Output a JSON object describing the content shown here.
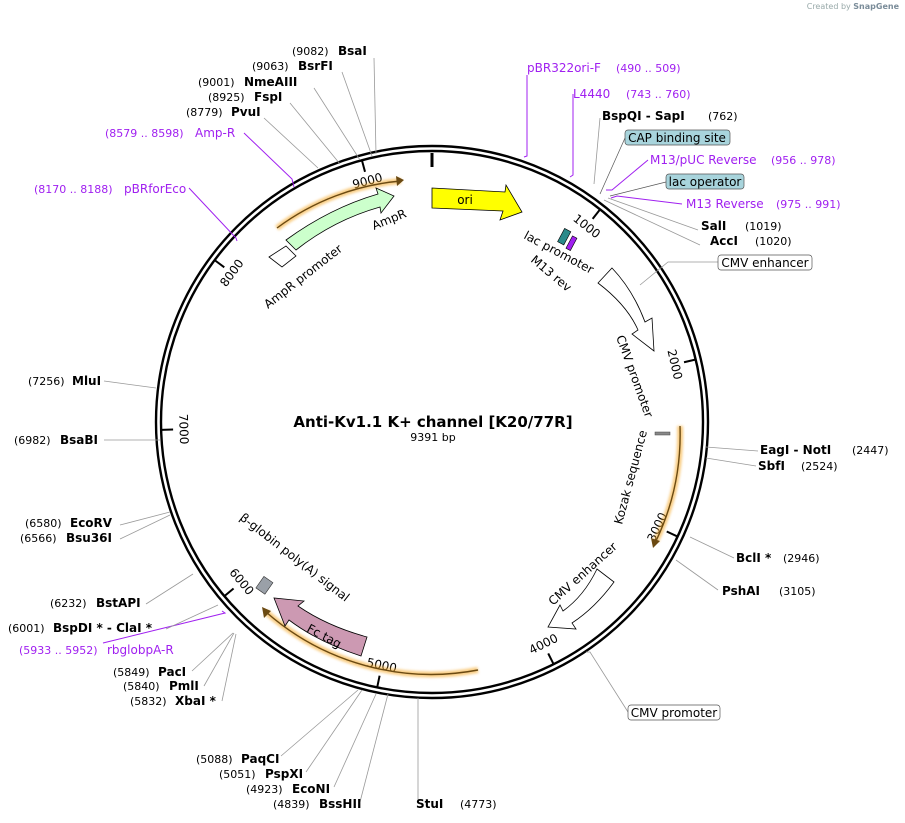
{
  "credit": {
    "prefix": "Created by",
    "brand": "SnapGene"
  },
  "plasmid": {
    "name": "Anti-Kv1.1 K+ channel [K20/77R]",
    "length": "9391 bp"
  },
  "ticks": [
    "1000",
    "2000",
    "3000",
    "4000",
    "5000",
    "6000",
    "7000",
    "8000",
    "9000"
  ],
  "sites": [
    {
      "name": "BsaI",
      "pos": "(9082)"
    },
    {
      "name": "BsrFI",
      "pos": "(9063)"
    },
    {
      "name": "NmeAIII",
      "pos": "(9001)"
    },
    {
      "name": "FspI",
      "pos": "(8925)"
    },
    {
      "name": "PvuI",
      "pos": "(8779)"
    },
    {
      "name": "BspQI - SapI",
      "pos": "(762)"
    },
    {
      "name": "SalI",
      "pos": "(1019)"
    },
    {
      "name": "AccI",
      "pos": "(1020)"
    },
    {
      "name": "EagI - NotI",
      "pos": "(2447)"
    },
    {
      "name": "SbfI",
      "pos": "(2524)"
    },
    {
      "name": "BclI *",
      "pos": "(2946)"
    },
    {
      "name": "PshAI",
      "pos": "(3105)"
    },
    {
      "name": "MluI",
      "pos": "(7256)"
    },
    {
      "name": "BsaBI",
      "pos": "(6982)"
    },
    {
      "name": "EcoRV",
      "pos": "(6580)"
    },
    {
      "name": "Bsu36I",
      "pos": "(6566)"
    },
    {
      "name": "BstAPI",
      "pos": "(6232)"
    },
    {
      "name": "BspDI * - ClaI *",
      "pos": "(6001)"
    },
    {
      "name": "PacI",
      "pos": "(5849)"
    },
    {
      "name": "PmlI",
      "pos": "(5840)"
    },
    {
      "name": "XbaI *",
      "pos": "(5832)"
    },
    {
      "name": "PaqCI",
      "pos": "(5088)"
    },
    {
      "name": "PspXI",
      "pos": "(5051)"
    },
    {
      "name": "EcoNI",
      "pos": "(4923)"
    },
    {
      "name": "BssHII",
      "pos": "(4839)"
    },
    {
      "name": "StuI",
      "pos": "(4773)"
    }
  ],
  "primers": [
    {
      "name": "pBR322ori-F",
      "range": "(490 .. 509)"
    },
    {
      "name": "L4440",
      "range": "(743 .. 760)"
    },
    {
      "name": "M13/pUC Reverse",
      "range": "(956 .. 978)"
    },
    {
      "name": "M13 Reverse",
      "range": "(975 .. 991)"
    },
    {
      "name": "Amp-R",
      "range": "(8579 .. 8598)"
    },
    {
      "name": "pBRforEco",
      "range": "(8170 .. 8188)"
    },
    {
      "name": "rbglobpA-R",
      "range": "(5933 .. 5952)"
    }
  ],
  "boxes": [
    {
      "name": "CAP binding site"
    },
    {
      "name": "lac operator"
    },
    {
      "name": "CMV enhancer"
    },
    {
      "name": "CMV promoter"
    }
  ],
  "features": {
    "ori": "ori",
    "lac_promoter": "lac promoter",
    "m13_rev": "M13 rev",
    "ampr": "AmpR",
    "ampr_promoter": "AmpR promoter",
    "cmv_promoter": "CMV promoter",
    "kozak": "Kozak sequence",
    "cmv_enhancer": "CMV enhancer",
    "fc_tag": "Fc tag",
    "bglobin": "β-globin poly(A) signal"
  },
  "colors": {
    "ori": "#ffff00",
    "ampr": "#ccffcc",
    "fc_tag": "#cc99b2",
    "box_fill": "#a8d4dc",
    "primer": "#a020f0",
    "orf": "#f5a623"
  }
}
